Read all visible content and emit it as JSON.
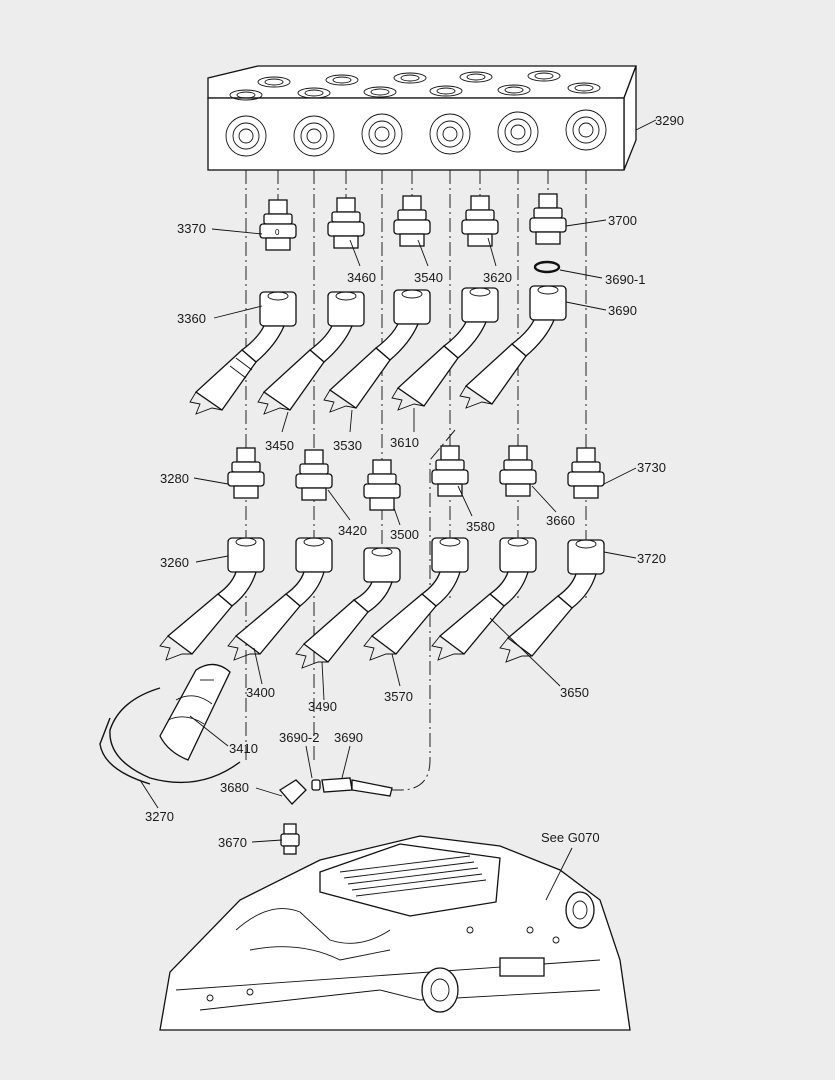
{
  "callouts": [
    {
      "id": "c3290",
      "text": "3290"
    },
    {
      "id": "c3370",
      "text": "3370"
    },
    {
      "id": "c3700",
      "text": "3700"
    },
    {
      "id": "c3460",
      "text": "3460"
    },
    {
      "id": "c3540",
      "text": "3540"
    },
    {
      "id": "c3620",
      "text": "3620"
    },
    {
      "id": "c3690-1",
      "text": "3690-1"
    },
    {
      "id": "c3360",
      "text": "3360"
    },
    {
      "id": "c3690a",
      "text": "3690"
    },
    {
      "id": "c3450",
      "text": "3450"
    },
    {
      "id": "c3530",
      "text": "3530"
    },
    {
      "id": "c3610",
      "text": "3610"
    },
    {
      "id": "c3280",
      "text": "3280"
    },
    {
      "id": "c3730",
      "text": "3730"
    },
    {
      "id": "c3420",
      "text": "3420"
    },
    {
      "id": "c3500",
      "text": "3500"
    },
    {
      "id": "c3580",
      "text": "3580"
    },
    {
      "id": "c3660",
      "text": "3660"
    },
    {
      "id": "c3260",
      "text": "3260"
    },
    {
      "id": "c3720",
      "text": "3720"
    },
    {
      "id": "c3400",
      "text": "3400"
    },
    {
      "id": "c3490",
      "text": "3490"
    },
    {
      "id": "c3570",
      "text": "3570"
    },
    {
      "id": "c3650",
      "text": "3650"
    },
    {
      "id": "c3410",
      "text": "3410"
    },
    {
      "id": "c3690-2",
      "text": "3690-2"
    },
    {
      "id": "c3690b",
      "text": "3690"
    },
    {
      "id": "c3680",
      "text": "3680"
    },
    {
      "id": "c3270",
      "text": "3270"
    },
    {
      "id": "c3670",
      "text": "3670"
    },
    {
      "id": "cG070",
      "text": "See G070"
    }
  ]
}
